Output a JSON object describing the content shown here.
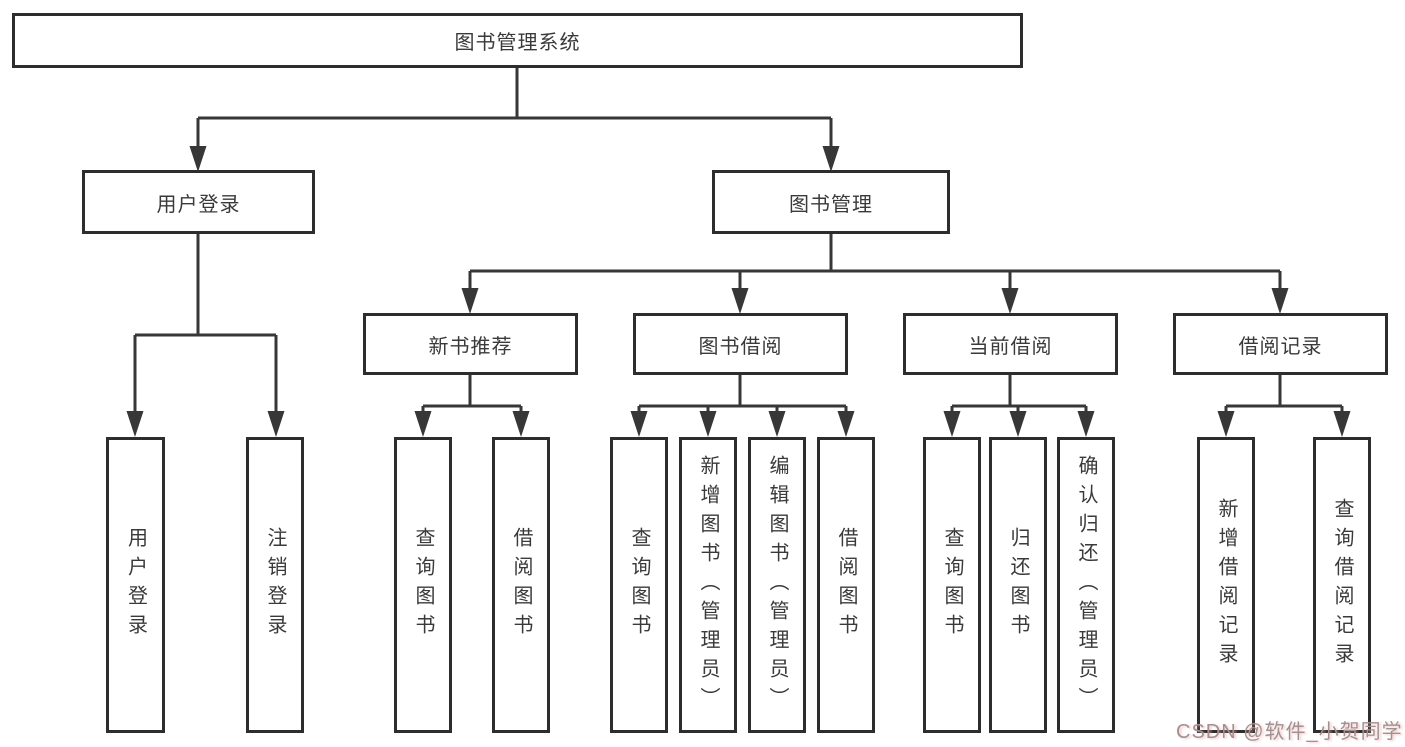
{
  "root": {
    "id": "library-management-system",
    "label": "图书管理系统"
  },
  "level2": [
    {
      "id": "user-login",
      "label": "用户登录"
    },
    {
      "id": "book-management",
      "label": "图书管理"
    }
  ],
  "level3": [
    {
      "id": "new-book-recommend",
      "label": "新书推荐"
    },
    {
      "id": "book-borrowing",
      "label": "图书借阅"
    },
    {
      "id": "current-borrowing",
      "label": "当前借阅"
    },
    {
      "id": "borrowing-records",
      "label": "借阅记录"
    }
  ],
  "leaves": [
    {
      "id": "user-login-action",
      "label": "用户登录"
    },
    {
      "id": "logout-action",
      "label": "注销登录"
    },
    {
      "id": "query-books-recommend",
      "label": "查询图书"
    },
    {
      "id": "borrow-books-recommend",
      "label": "借阅图书"
    },
    {
      "id": "query-books-borrowing",
      "label": "查询图书"
    },
    {
      "id": "add-books-admin",
      "label": "新增图书（管理员）"
    },
    {
      "id": "edit-books-admin",
      "label": "编辑图书（管理员）"
    },
    {
      "id": "borrow-books-borrowing",
      "label": "借阅图书"
    },
    {
      "id": "query-books-current",
      "label": "查询图书"
    },
    {
      "id": "return-books",
      "label": "归还图书"
    },
    {
      "id": "confirm-return-admin",
      "label": "确认归还（管理员）"
    },
    {
      "id": "add-borrow-record",
      "label": "新增借阅记录"
    },
    {
      "id": "query-borrow-record",
      "label": "查询借阅记录"
    }
  ],
  "watermark": {
    "text": "CSDN @软件_小贺同学",
    "color": "#9b9495"
  },
  "colors": {
    "line": "#373737",
    "box_border": "#2d2d2d",
    "text": "#3a3a3a",
    "background": "#ffffff"
  }
}
